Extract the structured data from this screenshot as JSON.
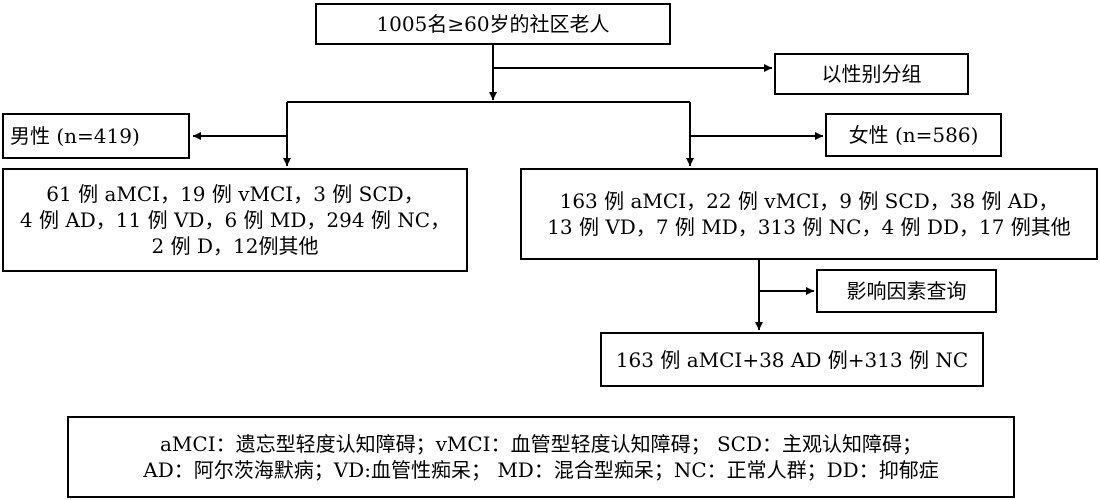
{
  "top": {
    "text": "1005名≥60岁的社区老人"
  },
  "group_step": {
    "text": "以性别分组"
  },
  "male": {
    "title": "男性 (n=419)",
    "lines": [
      "61 例 aMCI，19 例 vMCI，3 例 SCD，",
      "4 例 AD，11 例 VD，6 例 MD，294 例 NC，",
      "2 例 D，12例其他"
    ]
  },
  "female": {
    "title": "女性 (n=586)",
    "lines": [
      "163 例 aMCI，22 例 vMCI，9 例 SCD，38 例 AD，",
      "13 例 VD，7 例 MD，313 例 NC，4 例 DD，17 例其他"
    ]
  },
  "factor_step": {
    "text": "影响因素查询"
  },
  "final": {
    "text": "163 例 aMCI+38 AD 例+313 例 NC"
  },
  "legend": {
    "lines": [
      "aMCI：遗忘型轻度认知障碍；vMCI：血管型轻度认知障碍；  SCD：主观认知障碍；",
      "AD：阿尔茨海默病；VD:血管性痴呆；  MD：混合型痴呆；NC：正常人群；DD：抑郁症"
    ]
  }
}
